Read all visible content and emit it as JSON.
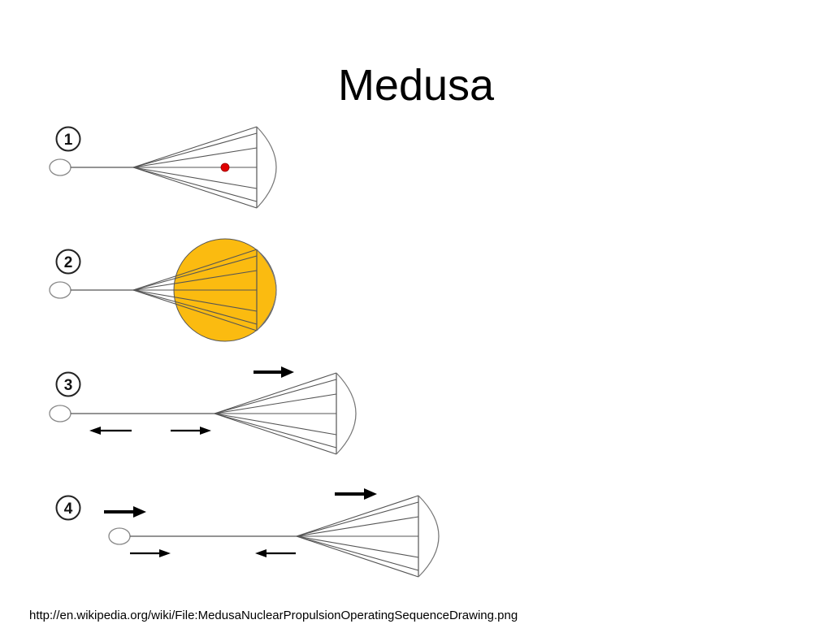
{
  "slide": {
    "title": "Medusa",
    "caption": "http://en.wikipedia.org/wiki/File:MedusaNuclearPropulsionOperatingSequenceDrawing.png"
  },
  "diagram": {
    "stages": [
      {
        "label": "1"
      },
      {
        "label": "2"
      },
      {
        "label": "3"
      },
      {
        "label": "4"
      }
    ],
    "colors": {
      "line": "#555555",
      "detonation_dot": "#e00000",
      "fireball": "#fbbb10",
      "fireball_edge": "#555555",
      "arrow": "#000000"
    }
  }
}
